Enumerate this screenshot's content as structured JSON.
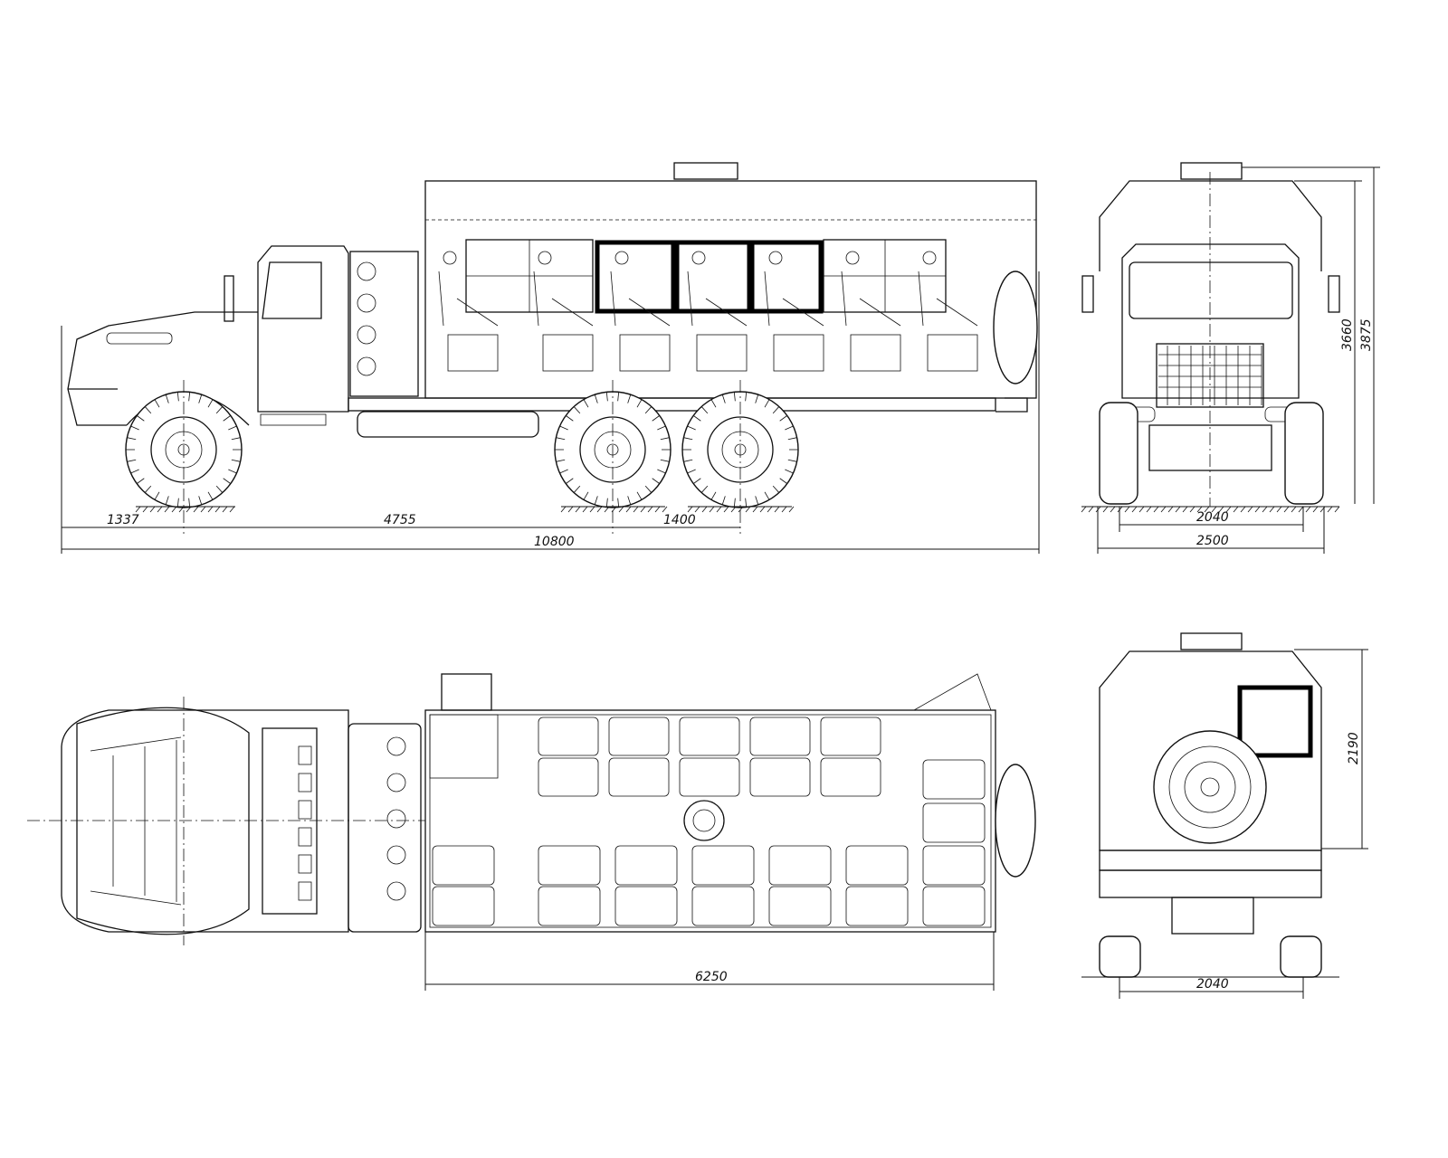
{
  "drawing": {
    "title": "Vehicle general arrangement drawing",
    "side_view": {
      "dimensions": {
        "front_overhang": "1337",
        "wheelbase": "4755",
        "bogie_spacing": "1400",
        "overall_length": "10800"
      }
    },
    "front_view": {
      "dimensions": {
        "track": "2040",
        "overall_width": "2500",
        "body_height": "3660",
        "overall_height": "3875"
      }
    },
    "top_view": {
      "dimensions": {
        "body_length": "6250"
      }
    },
    "rear_view": {
      "dimensions": {
        "track": "2040",
        "body_height": "2190"
      }
    }
  }
}
